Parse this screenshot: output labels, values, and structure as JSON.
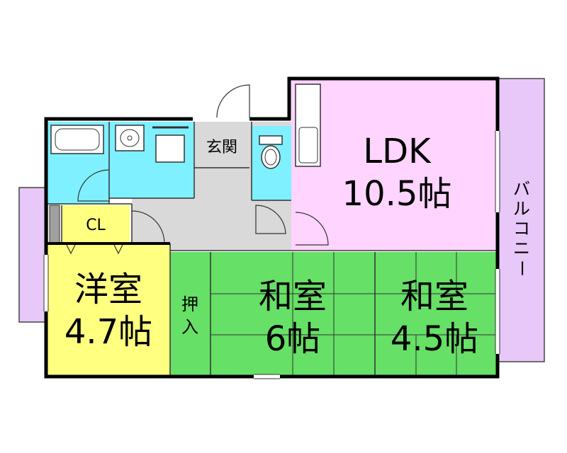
{
  "rooms": {
    "ldk": {
      "name": "LDK",
      "size": "10.5帖"
    },
    "western": {
      "name": "洋室",
      "size": "4.7帖"
    },
    "japanese_6": {
      "name": "和室",
      "size": "6帖"
    },
    "japanese_45": {
      "name": "和室",
      "size": "4.5帖"
    },
    "closet": "CL",
    "oshiire": [
      "押",
      "入"
    ],
    "genkan": "玄関",
    "balcony": [
      "バ",
      "ル",
      "コ",
      "ニ",
      "ー"
    ]
  },
  "colors": {
    "ldk": "#ffd4ff",
    "western": "#ffff80",
    "japanese": "#66e066",
    "wet_area": "#7ff0ff",
    "hall": "#d9d9d9",
    "balcony": "#e8c8f8",
    "wall": "#000000"
  }
}
